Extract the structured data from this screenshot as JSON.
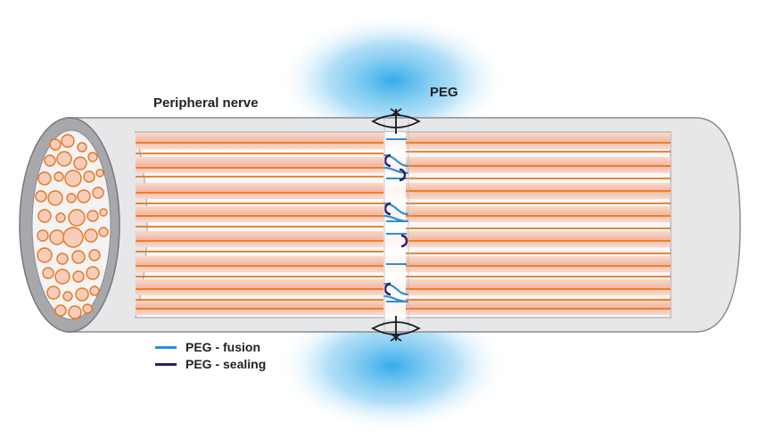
{
  "labels": {
    "nerve": "Peripheral nerve",
    "peg": "PEG"
  },
  "legend": [
    {
      "label": "PEG - fusion",
      "color": "#2a8fd8"
    },
    {
      "label": "PEG - sealing",
      "color": "#2b1f6b"
    }
  ],
  "colors": {
    "tube_fill": "#e6e7e9",
    "tube_stroke": "#8a8c8f",
    "axon_band": "#f6c7b5",
    "axon_line": "#e8761c",
    "peg_glow": "#2aa7e8",
    "fusion": "#2a8fd8",
    "sealing": "#2b1f6b",
    "suture": "#1a1a1a"
  },
  "icons": {
    "suture_top": "suture-knot-icon",
    "suture_bottom": "suture-knot-icon"
  }
}
